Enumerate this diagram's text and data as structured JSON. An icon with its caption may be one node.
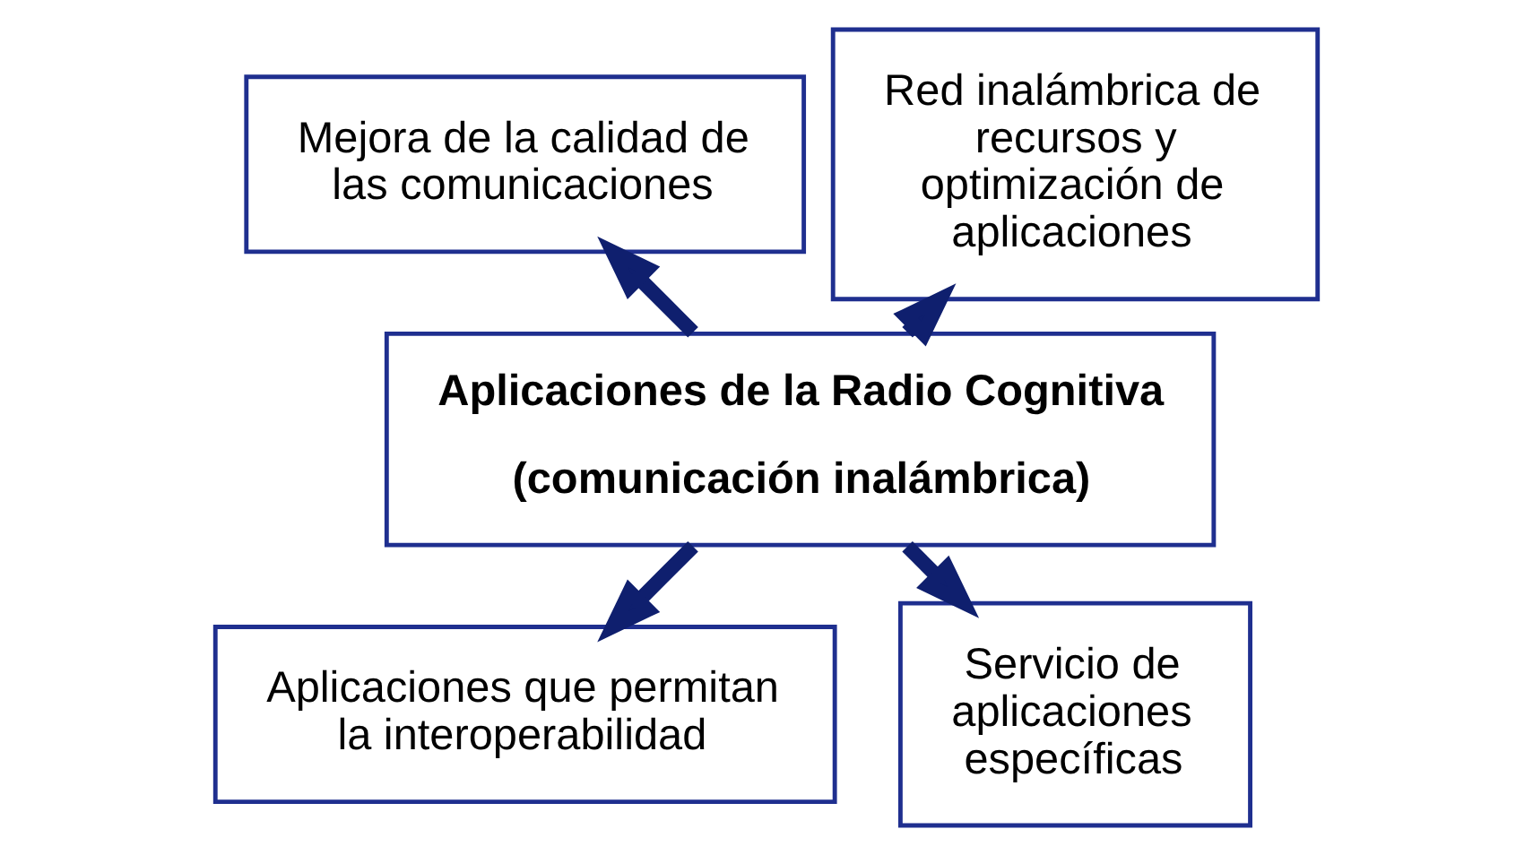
{
  "diagram": {
    "nodes": [
      {
        "text": [
          "Red inalámbrica de recursos y optimización de aplicaciones"
        ]
      },
      {
        "text": [
          "Mejora de la calidad de las comunicaciones"
        ]
      },
      {
        "text": [
          "Aplicaciones de la Radio Cognitiva",
          "(comunicación inalámbrica)"
        ]
      },
      {
        "text": [
          "Aplicaciones que permitan la interoperabilidad"
        ]
      },
      {
        "text": [
          "Servicio de aplicaciones específicas"
        ]
      }
    ],
    "edges": [
      {
        "from": 2,
        "to": 0,
        "arrow": "to"
      },
      {
        "from": 2,
        "to": 1,
        "arrow": "to"
      },
      {
        "from": 2,
        "to": 3,
        "arrow": "to"
      },
      {
        "from": 2,
        "to": 4,
        "arrow": "to"
      }
    ]
  }
}
